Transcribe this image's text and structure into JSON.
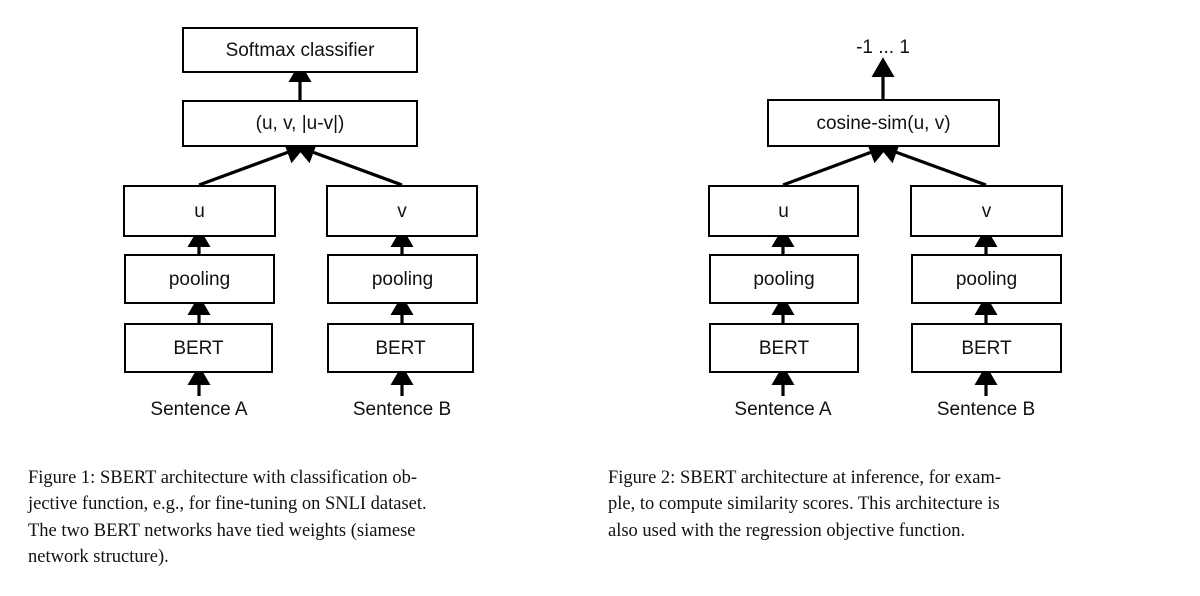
{
  "figures": [
    {
      "id": "figure-1",
      "nodes": {
        "top": "Softmax classifier",
        "concat": "(u, v, |u-v|)",
        "left_vec": "u",
        "right_vec": "v",
        "left_pooling": "pooling",
        "right_pooling": "pooling",
        "left_encoder": "BERT",
        "right_encoder": "BERT",
        "left_input": "Sentence A",
        "right_input": "Sentence B"
      },
      "caption": {
        "lines": [
          "Figure 1: SBERT architecture with classification ob-",
          "jective function, e.g., for fine-tuning on SNLI dataset.",
          "The two BERT networks have tied weights (siamese",
          "network structure)."
        ]
      }
    },
    {
      "id": "figure-2",
      "nodes": {
        "output_range": "-1 ... 1",
        "scorer": "cosine-sim(u, v)",
        "left_vec": "u",
        "right_vec": "v",
        "left_pooling": "pooling",
        "right_pooling": "pooling",
        "left_encoder": "BERT",
        "right_encoder": "BERT",
        "left_input": "Sentence A",
        "right_input": "Sentence B"
      },
      "caption": {
        "lines": [
          "Figure 2: SBERT architecture at inference, for exam-",
          "ple, to compute similarity scores.  This architecture is",
          "also used with the regression objective function."
        ]
      }
    }
  ],
  "colors": {
    "background": "#ffffff",
    "stroke": "#000000",
    "text": "#111111"
  }
}
